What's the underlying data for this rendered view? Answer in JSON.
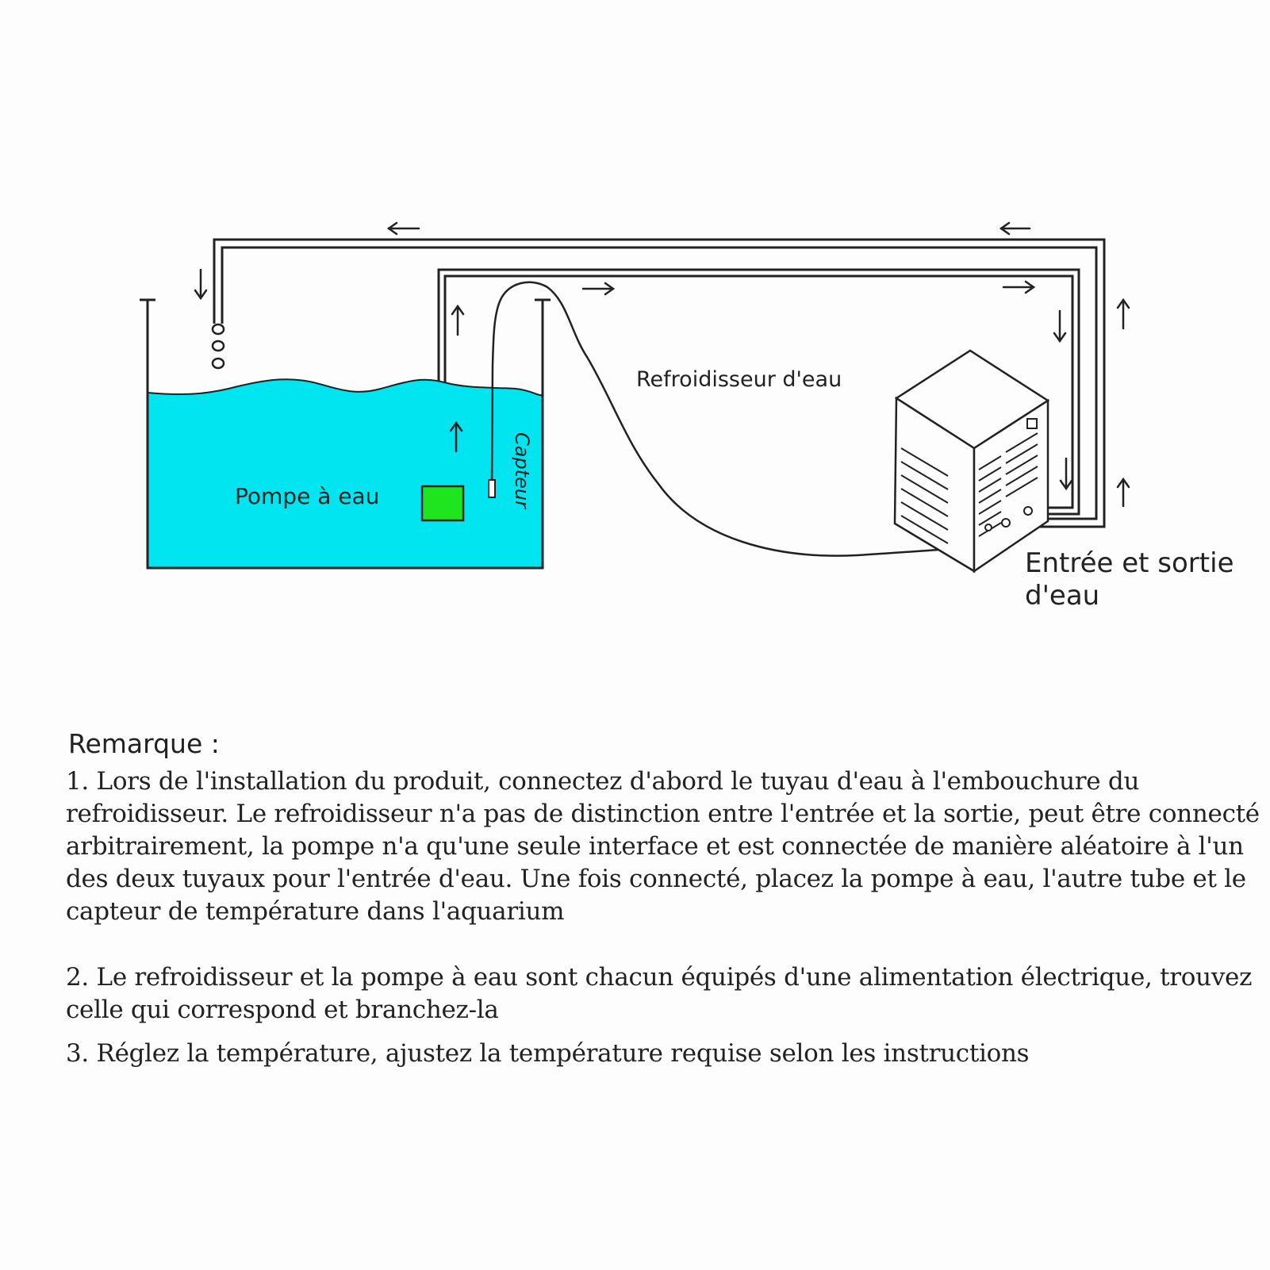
{
  "diagram": {
    "labels": {
      "chiller": "Refroidisseur d'eau",
      "pump": "Pompe à eau",
      "sensor": "Capteur",
      "water_io": "Entrée et sortie d'eau"
    },
    "colors": {
      "water": "#00e5f0",
      "pump": "#1ee61e",
      "line": "#222222"
    }
  },
  "notes": {
    "title": "Remarque :",
    "items": [
      "1. Lors de l'installation du produit, connectez d'abord le tuyau d'eau à l'embouchure du refroidisseur. Le refroidisseur n'a pas de distinction entre l'entrée et la sortie, peut être connecté arbitrairement, la pompe n'a qu'une seule interface et est connectée de manière aléatoire à l'un des deux tuyaux pour l'entrée d'eau. Une fois connecté, placez la pompe à eau, l'autre tube et le capteur de température dans l'aquarium",
      "2. Le refroidisseur et la pompe à eau sont chacun équipés d'une alimentation électrique, trouvez celle qui correspond et branchez-la",
      "3. Réglez la température, ajustez la température requise selon les instructions"
    ]
  }
}
